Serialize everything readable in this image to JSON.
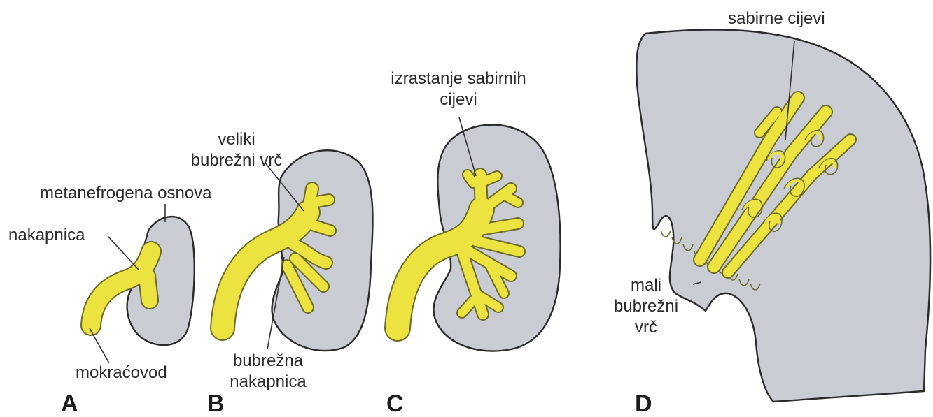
{
  "labels": {
    "a_metanefrogena": "metanefrogena osnova",
    "a_nakapnica": "nakapnica",
    "a_mokracovod": "mokraćovod",
    "b_veliki": "veliki",
    "b_bubrezni_vrc": "bubrežni vrč",
    "b_bubrezna": "bubrežna",
    "b_nakapnica": "nakapnica",
    "c_izrastanje": "izrastanje sabirnih",
    "c_cijevi": "cijevi",
    "d_sabirne": "sabirne cijevi",
    "d_mali": "mali",
    "d_bubrezni": "bubrežni",
    "d_vrc": "vrč"
  },
  "panels": {
    "a": "A",
    "b": "B",
    "c": "C",
    "d": "D"
  },
  "colors": {
    "tissue": "#c9ccd2",
    "ureter": "#ece340",
    "outline": "#2b2b2b"
  }
}
